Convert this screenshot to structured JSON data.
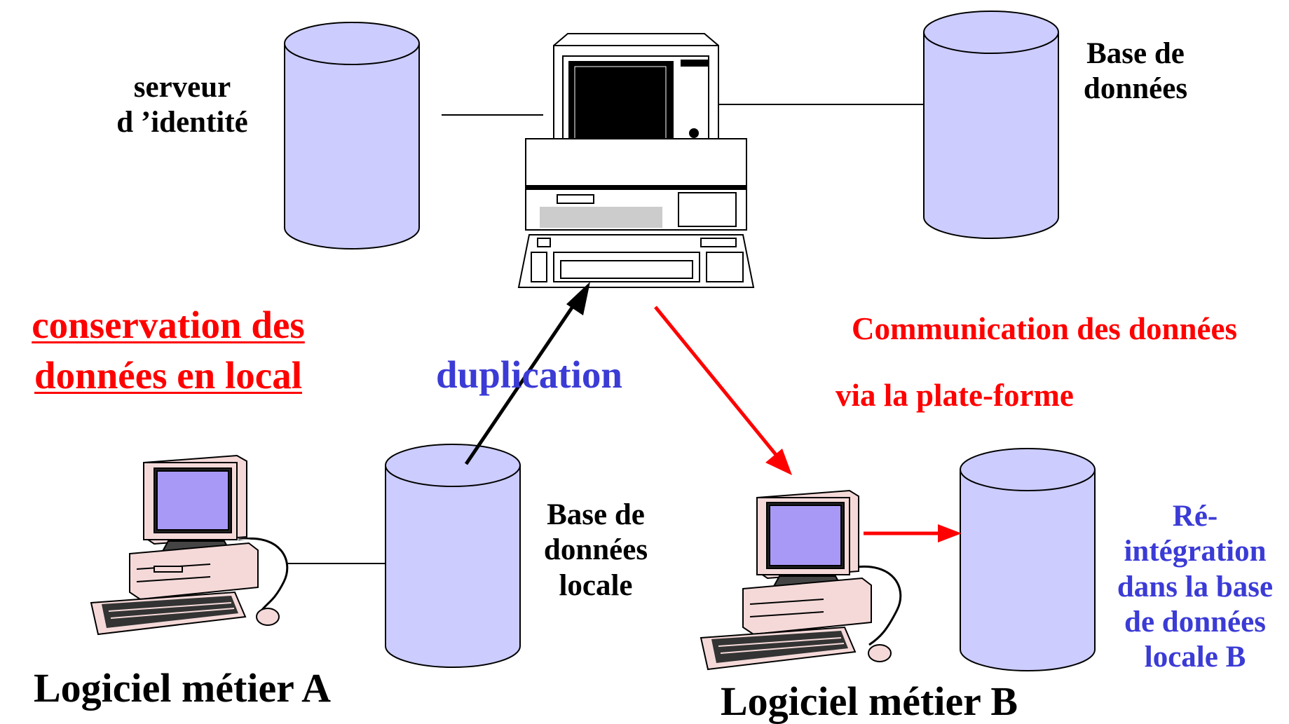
{
  "labels": {
    "identity_server": [
      "serveur",
      "d ’identité"
    ],
    "database": [
      "Base de",
      "données"
    ],
    "local_storage": [
      "conservation des",
      "données en local"
    ],
    "duplication": "duplication",
    "communication": [
      "Communication des données",
      "via la plate-forme"
    ],
    "local_database": [
      "Base de",
      "données",
      "locale"
    ],
    "reintegration": [
      "Ré-",
      "intégration",
      "dans la base",
      "de données",
      "locale B"
    ],
    "software_a": "Logiciel métier A",
    "software_b": "Logiciel métier B"
  },
  "colors": {
    "cylinder_fill": "#ccccff",
    "screen_purple": "#a999f7",
    "pc_body_pink": "#f5d9d9",
    "arrow_black": "#000000",
    "arrow_red": "#ff0000",
    "label_red": "#ff0000",
    "label_blue": "#3b3bd6"
  },
  "icons": [
    "database-cylinder",
    "server-computer",
    "desktop-pc"
  ]
}
